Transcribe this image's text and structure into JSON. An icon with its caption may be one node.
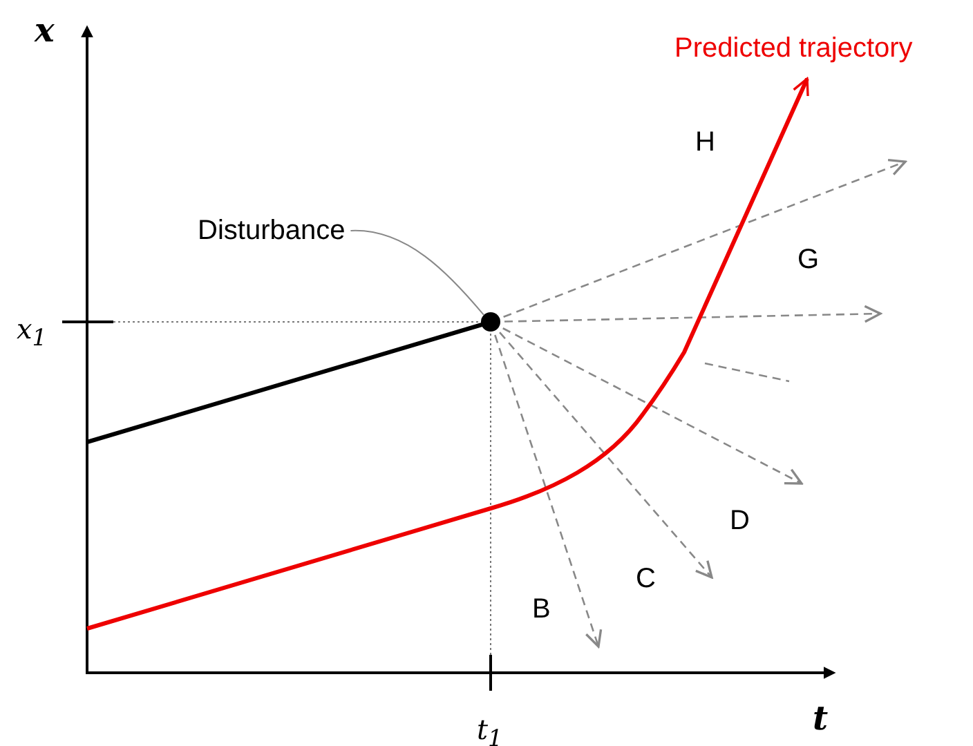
{
  "diagram": {
    "nodes": [
      {
        "text": [
          "Disturbance"
        ]
      },
      {
        "text": [],
        "shape": "circle"
      }
    ],
    "edges": [
      {
        "from": 0,
        "to": 1,
        "arrow": "none"
      }
    ],
    "labels": [
      "x",
      "Predicted trajectory",
      "H",
      "G",
      "x$_{1}$",
      "D",
      "C",
      "B",
      "t",
      "t$_{1}$"
    ]
  }
}
